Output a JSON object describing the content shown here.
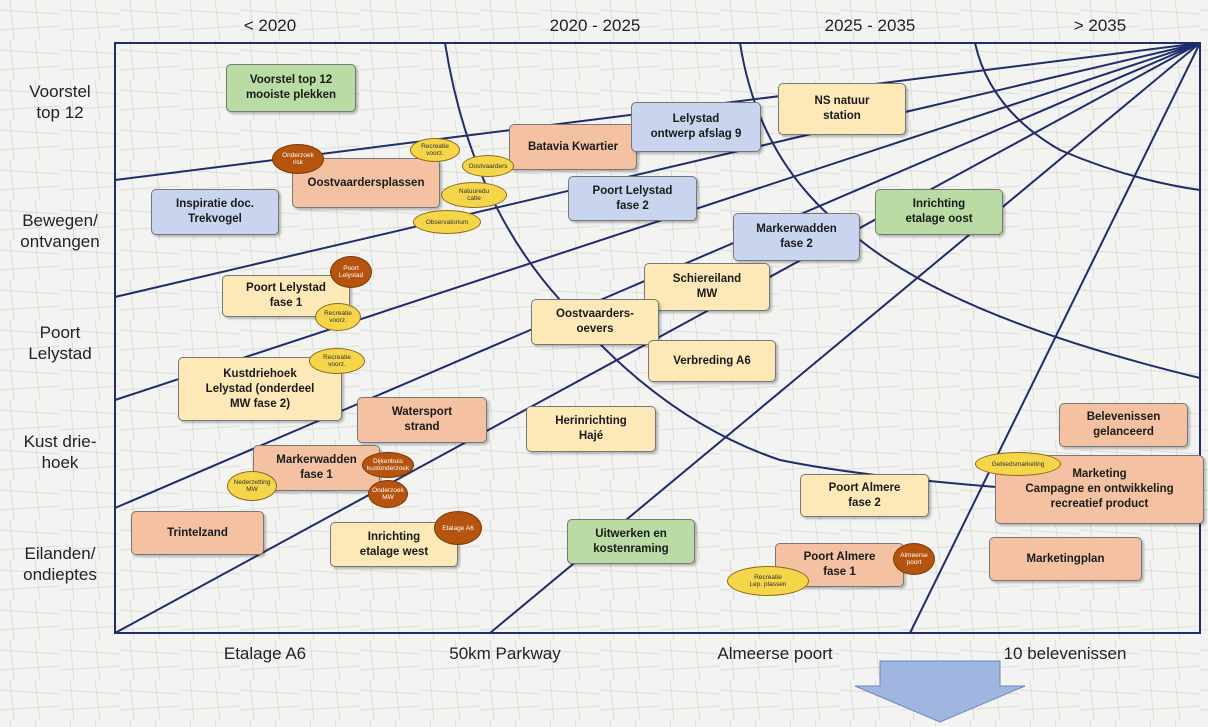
{
  "columns": [
    "< 2020",
    "2020 - 2025",
    "2025 - 2035",
    "> 2035"
  ],
  "rows": [
    "Voorstel\ntop 12",
    "Bewegen/\nontvangen",
    "Poort\nLelystad",
    "Kust drie-\nhoek",
    "Eilanden/\nondieptes"
  ],
  "bottom": [
    "Etalage A6",
    "50km Parkway",
    "Almeerse poort",
    "10 belevenissen"
  ],
  "boxes": [
    {
      "text": "Voorstel top 12\nmooiste plekken",
      "color": "green"
    },
    {
      "text": "Batavia Kwartier",
      "color": "orange"
    },
    {
      "text": "Lelystad\nontwerp afslag 9",
      "color": "blue"
    },
    {
      "text": "NS natuur\nstation",
      "color": "yellow"
    },
    {
      "text": "Oostvaardersplassen",
      "color": "orange"
    },
    {
      "text": "Inspiratie doc.\nTrekvogel",
      "color": "blue"
    },
    {
      "text": "Poort Lelystad\nfase 2",
      "color": "blue"
    },
    {
      "text": "Inrichting\netalage oost",
      "color": "green"
    },
    {
      "text": "Markerwadden\nfase 2",
      "color": "blue"
    },
    {
      "text": "Schiereiland\nMW",
      "color": "yellow"
    },
    {
      "text": "Poort Lelystad\nfase 1",
      "color": "yellow"
    },
    {
      "text": "Oostvaarders-\noevers",
      "color": "yellow"
    },
    {
      "text": "Verbreding A6",
      "color": "yellow"
    },
    {
      "text": "Kustdriehoek\nLelystad (onderdeel\nMW fase 2)",
      "color": "yellow"
    },
    {
      "text": "Watersport\nstrand",
      "color": "orange"
    },
    {
      "text": "Herinrichting\nHajé",
      "color": "yellow"
    },
    {
      "text": "Belevenissen\ngelanceerd",
      "color": "orange"
    },
    {
      "text": "Markerwadden\nfase 1",
      "color": "orange"
    },
    {
      "text": "Marketing\nCampagne en ontwikkeling\nrecreatief product",
      "color": "orange"
    },
    {
      "text": "Poort Almere\nfase 2",
      "color": "yellow"
    },
    {
      "text": "Trintelzand",
      "color": "orange"
    },
    {
      "text": "Inrichting\netalage west",
      "color": "yellow"
    },
    {
      "text": "Uitwerken en\nkostenraming",
      "color": "green"
    },
    {
      "text": "Poort Almere\nfase 1",
      "color": "orange"
    },
    {
      "text": "Marketingplan",
      "color": "orange"
    }
  ],
  "ovals": [
    {
      "text": "Onderzoek\nrisk",
      "kind": "brown"
    },
    {
      "text": "Recreatie\nvoorz.",
      "kind": "yellow"
    },
    {
      "text": "Oostvaarders",
      "kind": "yellow"
    },
    {
      "text": "Natuuredu\ncatie",
      "kind": "yellow"
    },
    {
      "text": "Observatorium",
      "kind": "yellow"
    },
    {
      "text": "Poort\nLelystad",
      "kind": "brown"
    },
    {
      "text": "Recreatie\nvoorz.",
      "kind": "yellow"
    },
    {
      "text": "Recreatie\nvoorz.",
      "kind": "yellow"
    },
    {
      "text": "Dijkenbuis\nkustonderzoek",
      "kind": "brown"
    },
    {
      "text": "Nederzetting\nMW",
      "kind": "yellow"
    },
    {
      "text": "Onderzoek\nMW",
      "kind": "brown"
    },
    {
      "text": "Etalage A6",
      "kind": "brown"
    },
    {
      "text": "Gebiedsmarketing",
      "kind": "yellow"
    },
    {
      "text": "Almeerse\npoort",
      "kind": "brown"
    },
    {
      "text": "Recreatie\nLep. plassen",
      "kind": "yellow"
    }
  ],
  "colors": {
    "green": "#b9dba4",
    "blue": "#c9d4ef",
    "orange": "#f4c2a2",
    "yellow": "#fde9b8",
    "line": "#1f2d6b",
    "arrow": "#9fb6e0"
  }
}
